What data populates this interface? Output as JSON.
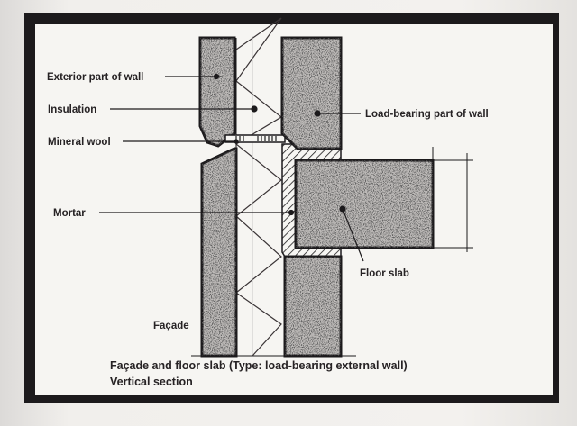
{
  "diagram": {
    "labels": {
      "exterior_wall": "Exterior part of wall",
      "insulation": "Insulation",
      "mineral_wool": "Mineral wool",
      "mortar": "Mortar",
      "facade": "Façade",
      "load_bearing": "Load-bearing part of wall",
      "floor_slab": "Floor slab"
    },
    "caption": {
      "line1": "Façade and floor slab (Type: load-bearing external wall)",
      "line2": "Vertical section"
    },
    "colors": {
      "ink": "#1c1a1c",
      "paper": "#f6f5f2",
      "fill": "#bdbab8"
    }
  }
}
